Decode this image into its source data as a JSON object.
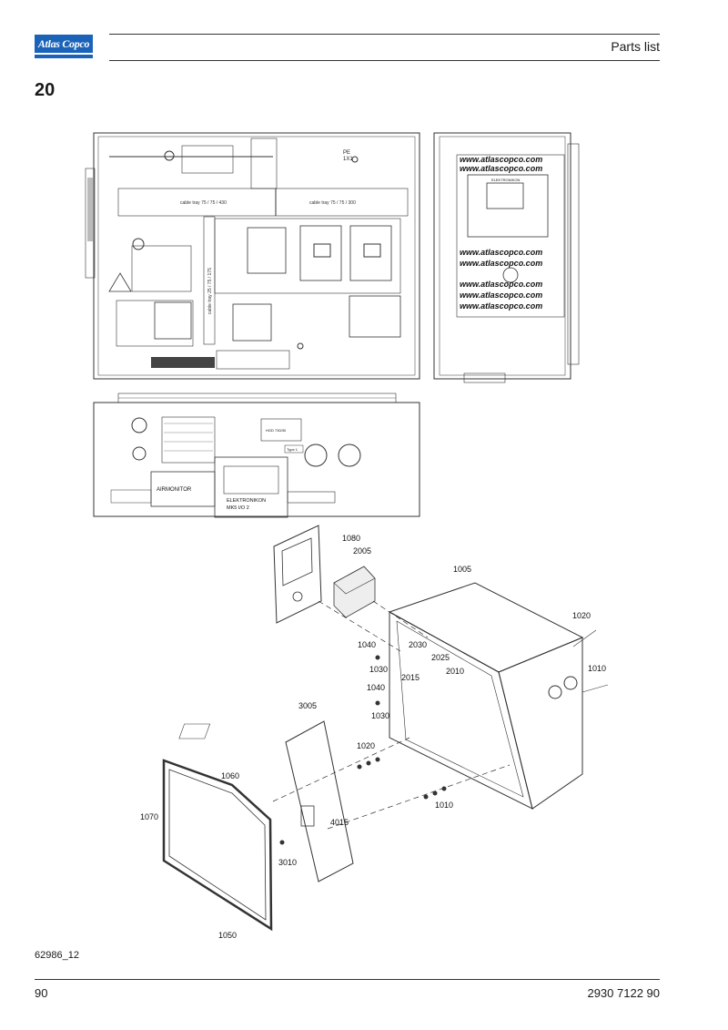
{
  "header": {
    "logo_text": "Atlas Copco",
    "title": "Parts list"
  },
  "section_number": "20",
  "panel_top": {
    "pe_label": "PE",
    "pe_sub": "1X1",
    "duct1": "cable tray 75 / 75 / 430",
    "duct2": "cable tray 75 / 75 / 300",
    "duct_vertical": "cable tray 25 / 75 / 175"
  },
  "panel_front": {
    "watermark": "www.atlascopco.com",
    "controller": "ELEKTRONIKON"
  },
  "panel_bottom": {
    "airmonitor": "AIRMONITOR",
    "elektronikon_line1": "ELEKTRONIKON",
    "elektronikon_line2": "MK5 I/O 2",
    "type_label": "Type 1",
    "plate_label": "HGD 730/30"
  },
  "callouts": [
    "1080",
    "2005",
    "1005",
    "1020",
    "1040",
    "2030",
    "2025",
    "1030",
    "2010",
    "1010",
    "1040",
    "2015",
    "1030",
    "3005",
    "1020",
    "1060",
    "1070",
    "4015",
    "3010",
    "1010",
    "1050"
  ],
  "footer": {
    "drawing_id": "62986_12",
    "page_number": "90",
    "doc_number": "2930 7122 90"
  }
}
